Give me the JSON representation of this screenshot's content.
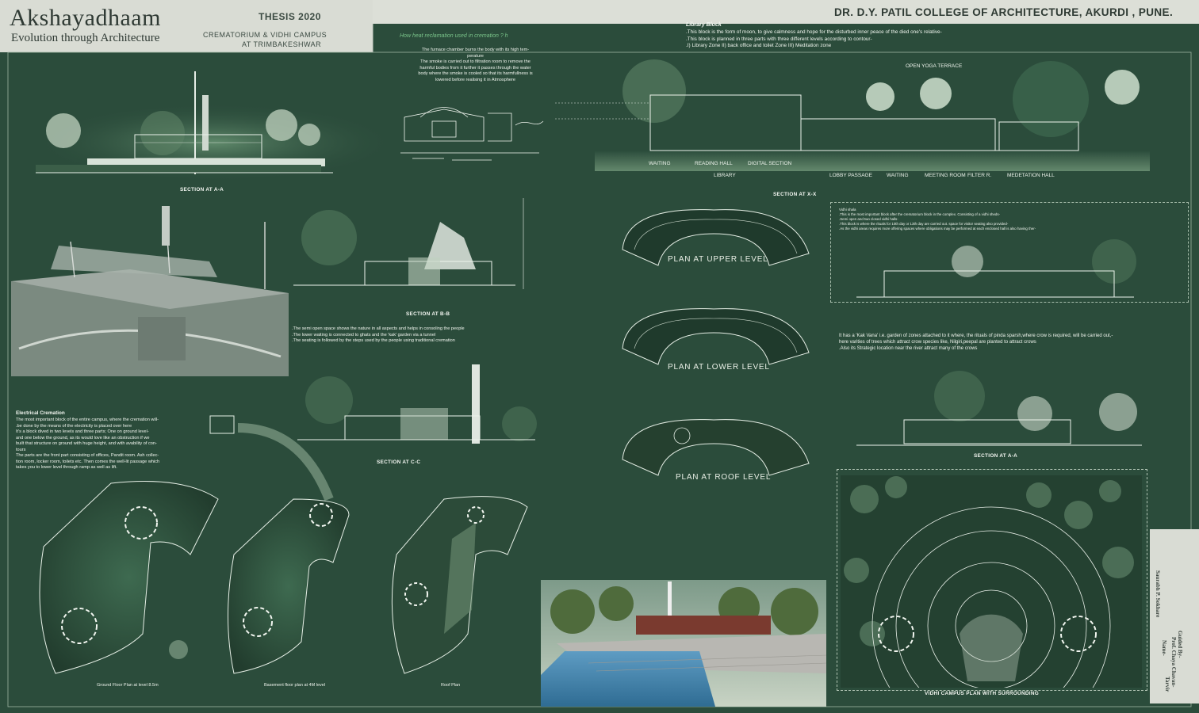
{
  "header": {
    "title": "Akshayadhaam",
    "subtitle": "Evolution through Architecture",
    "thesis": "THESIS 2020",
    "project_line1": "Crematorium & vidhi campus",
    "project_line2": "at Trimbakeshwar",
    "college": "DR. D.Y. PATIL COLLEGE OF ARCHITECTURE, AKURDI , PUNE."
  },
  "heat_reclamation": {
    "heading": "How heat reclamation used in cremation ? h",
    "lines": [
      "The furnace chamber burns the body with its high tem-",
      "perature",
      "The smoke is carried out to filtration room to remove the",
      "harmful bodies from it further it passes through the water",
      "body where the smoke is cooled so that its harmfullness is",
      "lowered before realising it in Atmosphere"
    ]
  },
  "library_block": {
    "heading": "Library Block",
    "lines": [
      ".This block is the form of moon, to give calmness and hope for the disturbed inner peace of the died one's relative-",
      ".This block is planned in three parts with three different levels according to contour-",
      ".I) Library Zone II) back office and toilet Zone III) Meditation zone"
    ]
  },
  "section_xx": {
    "terrace": "OPEN YOGA TERRACE",
    "labels": [
      "WAITING",
      "READING HALL",
      "DIGITAL SECTION",
      "LOBBY PASSAGE",
      "WAITING",
      "MEETING ROOM",
      "FILTER R.",
      "MEDETATION HALL"
    ],
    "library": "LIBRARY",
    "title": "SECTION AT X-X"
  },
  "section_titles": {
    "aa": "SECTION AT A-A",
    "bb": "SECTION AT B-B",
    "cc": "SECTION AT C-C",
    "vidhi_aa": "SECTION AT A-A"
  },
  "semi_open_note": [
    ".The semi open space shows the nature in all aspects and helps in consoling the people",
    ".The lower waiting is connected to ghats and the 'kak' garden via a tunnel",
    ".The seating is followed by the steps used by the people using traditional cremation"
  ],
  "vidhi_note": [
    "Vidhi shala",
    ".This is the most important block after the crematorium block in the complex. Consisting of a vidhi sheds-",
    ".Semi open and two closed vidhi halls-",
    ".This block is where the rituals for 10th day or 13th day are carried out. space for visitor seating also provided-",
    ".As the vidhi areas requires more offering spaces where obligations may be performed at each enclosed hall is also having ther-"
  ],
  "kak_note": [
    "It has a 'Kak Vana' i.e. garden of zones attached to it where, the rituals of pinda sparsh,where crow is required, will be carried out,-",
    "here varities of trees which attract crow species like, Nilgiri,peepal are planted to attract crows",
    ".Also its Strategic location near the river attract many of the crows"
  ],
  "plans": {
    "upper": "PLAN AT UPPER LEVEL",
    "lower": "PLAN AT LOWER LEVEL",
    "roof": "PLAN AT ROOF LEVEL"
  },
  "electrical": {
    "heading": "Electrical Cremation",
    "lines": [
      "The most important block of the entire campus, where the cremation will-",
      ".be done by the means of the electricity is placed over here",
      "It's a block dived in two levels and three parts; One on ground level-",
      "and one below the ground, as its would love like an obstruction if we",
      "built that structure on ground with huge height, and with avability of con-",
      "tours",
      "The parts are the front part consisting of offices, Pandit room. Ash collec-",
      "tion room, locker room, toilets etc. Then comes the well-lit passage which",
      "takes you to lower level through ramp as well as lift."
    ]
  },
  "bottom_plans": {
    "ground": "Ground Floor Plan at level 8.5m",
    "basement": "Basement floor plan at 4M level",
    "roof": "Roof Plan"
  },
  "vidhi_campus_title": "VIDHI CAMPUS PLAN WITH SURROUNDING",
  "credits": {
    "name_line1": "Name-",
    "name_line2": "Saurabh P. Sokhare",
    "guide_line1": "Guided By-",
    "guide_line2": "Prof. Chaya Chavan-",
    "guide_line3": "Tarvir"
  }
}
